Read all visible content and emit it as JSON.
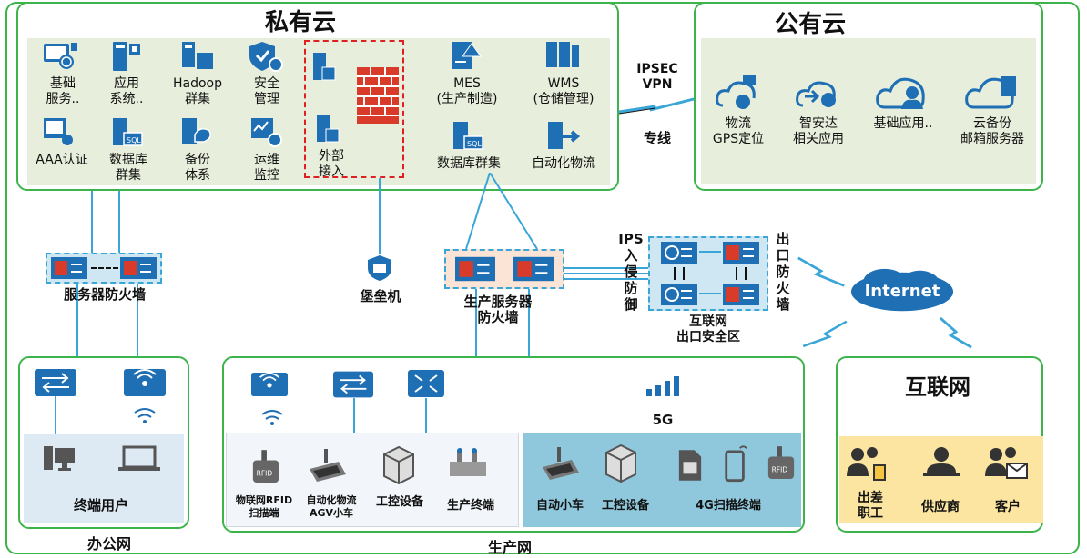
{
  "private_cloud": {
    "title": "私有云",
    "items": [
      {
        "label": "基础\n服务..",
        "icon": "monitor-globe-icon"
      },
      {
        "label": "应用\n系统..",
        "icon": "server-app-icon"
      },
      {
        "label": "Hadoop\n群集",
        "icon": "server-cluster-icon"
      },
      {
        "label": "安全\n管理",
        "icon": "shield-gear-icon"
      },
      {
        "label": "AAA认证",
        "icon": "monitor-cert-icon"
      },
      {
        "label": "数据库\n群集",
        "icon": "sql-server-icon"
      },
      {
        "label": "备份\n体系",
        "icon": "backup-server-icon"
      },
      {
        "label": "运维\n监控",
        "icon": "monitor-gear-icon"
      },
      {
        "label": "外部\n接入",
        "icon": "server-access-icon"
      },
      {
        "label": "MES\n(生产制造)",
        "icon": "mes-server-icon"
      },
      {
        "label": "WMS\n(仓储管理)",
        "icon": "wms-server-icon"
      },
      {
        "label": "数据库群集",
        "icon": "sql-server-icon"
      },
      {
        "label": "自动化物流",
        "icon": "logistics-server-icon"
      }
    ]
  },
  "link": {
    "top": "IPSEC\nVPN",
    "bottom": "专线"
  },
  "public_cloud": {
    "title": "公有云",
    "items": [
      {
        "label": "物流\nGPS定位",
        "icon": "cloud-gps-icon"
      },
      {
        "label": "智安达\n相关应用",
        "icon": "cloud-gear-icon"
      },
      {
        "label": "基础应用..",
        "icon": "cloud-user-icon"
      },
      {
        "label": "云备份\n邮箱服务器",
        "icon": "cloud-office-icon"
      }
    ]
  },
  "firewalls": {
    "server": "服务器防火墙",
    "bastion": "堡垒机",
    "production": "生产服务器\n防火墙",
    "ips": "IPS\n入\n侵\n防\n御",
    "exit_fw": "出\n口\n防\n火\n墙",
    "exit_zone": "互联网\n出口安全区",
    "internet": "Internet"
  },
  "office": {
    "title": "办公网",
    "terminal": "终端用户"
  },
  "production": {
    "title": "生产网",
    "five_g": "5G",
    "left_items": [
      "物联网RFID\n扫描端",
      "自动化物流\nAGV小车",
      "工控设备",
      "生产终端"
    ],
    "right_items": [
      "自动小车",
      "工控设备",
      "4G扫描终端"
    ]
  },
  "internet_net": {
    "title": "互联网",
    "users": [
      "出差\n职工",
      "供应商",
      "客户"
    ]
  }
}
